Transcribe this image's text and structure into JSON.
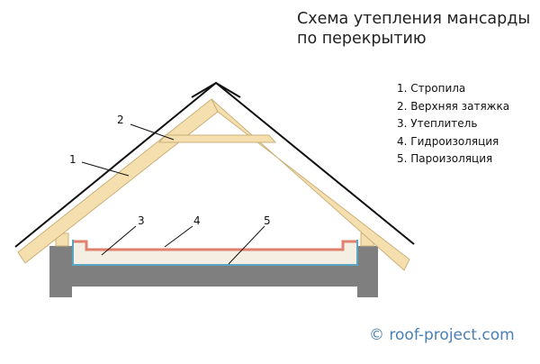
{
  "title": {
    "line1": "Схема утепления мансарды",
    "line2": "по перекрытию"
  },
  "legend": [
    {
      "num": "1",
      "label": "Стропила"
    },
    {
      "num": "2",
      "label": "Верхняя затяжка"
    },
    {
      "num": "3",
      "label": "Утеплитель"
    },
    {
      "num": "4",
      "label": "Гидроизоляция"
    },
    {
      "num": "5",
      "label": "Пароизоляция"
    }
  ],
  "callouts": [
    "1",
    "2",
    "3",
    "4",
    "5"
  ],
  "credit": "© roof-project.com",
  "colors": {
    "wood": "#f5dfae",
    "wood_stroke": "#c9b07a",
    "concrete": "#7f7f7f",
    "insulation": "#f4efe2",
    "waterproofing": "#e0816f",
    "vapor_barrier": "#5aa7c4",
    "roof_line": "#111111",
    "credit_text": "#4a7fb4"
  }
}
